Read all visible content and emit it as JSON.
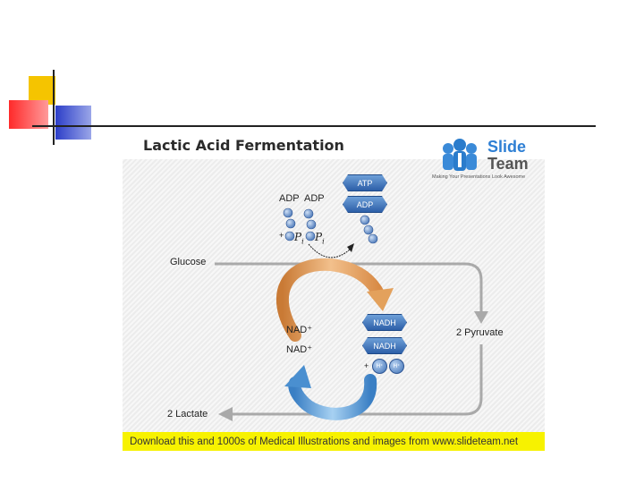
{
  "title": "Lactic Acid Fermentation",
  "logo": {
    "line1": "Slide",
    "line2": "Team",
    "tagline": "Making Your Presentations Look Awesome"
  },
  "labels": {
    "adp1": "ADP",
    "adp2": "ADP",
    "pi1": "P",
    "pi1_sub": "i",
    "pi2": "P",
    "pi2_sub": "i",
    "plus_top": "+",
    "atp": "ATP",
    "adp_pill": "ADP",
    "glucose": "Glucose",
    "nad1": "NAD⁺",
    "nad2": "NAD⁺",
    "nadh1": "NADH",
    "nadh2": "NADH",
    "plus_h": "+",
    "h1": "H⁺",
    "h2": "H⁺",
    "pyruvate": "2 Pyruvate",
    "lactate": "2 Lactate"
  },
  "footer": "Download this and 1000s of Medical Illustrations and images from www.slideteam.net",
  "colors": {
    "pill": "#2d5fa8",
    "orange_arrow": "#e3a15c",
    "blue_arrow": "#4a8fd0",
    "footer_bg": "#f7f200",
    "line_gray": "#a9a9a9"
  }
}
